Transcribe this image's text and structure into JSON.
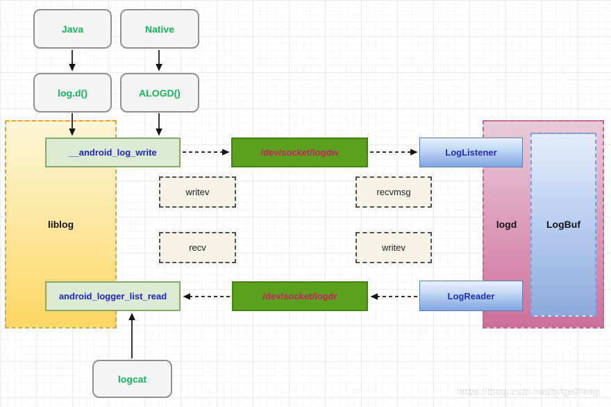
{
  "diagram": {
    "nodes": {
      "java": "Java",
      "native": "Native",
      "log_d": "log.d()",
      "alogd": "ALOGD()",
      "android_log_write": "__android_log_write",
      "socket_logdw": "/dev/socket/logdw",
      "log_listener": "LogListener",
      "writev_top": "writev",
      "recvmsg": "recvmsg",
      "recv": "recv",
      "writev_bottom": "writev",
      "android_logger_list_read": "android_logger_list_read",
      "socket_logdr": "/dev/socket/logdr",
      "log_reader": "LogReader",
      "logcat": "logcat"
    },
    "regions": {
      "liblog": "liblog",
      "logd": "logd",
      "logbuf": "LogBuf"
    },
    "edges": [
      {
        "from": "Java",
        "to": "log.d()",
        "style": "solid"
      },
      {
        "from": "Native",
        "to": "ALOGD()",
        "style": "solid"
      },
      {
        "from": "log.d()",
        "to": "__android_log_write",
        "style": "solid"
      },
      {
        "from": "ALOGD()",
        "to": "__android_log_write",
        "style": "solid"
      },
      {
        "from": "__android_log_write",
        "to": "/dev/socket/logdw",
        "style": "dashed"
      },
      {
        "from": "/dev/socket/logdw",
        "to": "LogListener",
        "style": "dashed"
      },
      {
        "from": "LogReader",
        "to": "/dev/socket/logdr",
        "style": "dashed"
      },
      {
        "from": "/dev/socket/logdr",
        "to": "android_logger_list_read",
        "style": "dashed"
      },
      {
        "from": "logcat",
        "to": "android_logger_list_read",
        "style": "solid"
      }
    ],
    "watermark": "https://blog.csdn.net/tyfge0feng",
    "colors": {
      "node_text_green": "#12b75a",
      "func_text_blue": "#1c24c8",
      "socket_fill_green": "#5ba11d",
      "socket_text_crimson": "#c62361",
      "daemon_text_blue": "#1e2fb5",
      "liblog_fill_bottom": "#fbd763",
      "liblog_border": "#d4a63f",
      "logd_fill_bottom": "#cf6f9b",
      "logd_border": "#c4638f",
      "logbuf_fill_bottom": "#8fa9dc",
      "logbuf_border": "#7d9fd6"
    }
  }
}
